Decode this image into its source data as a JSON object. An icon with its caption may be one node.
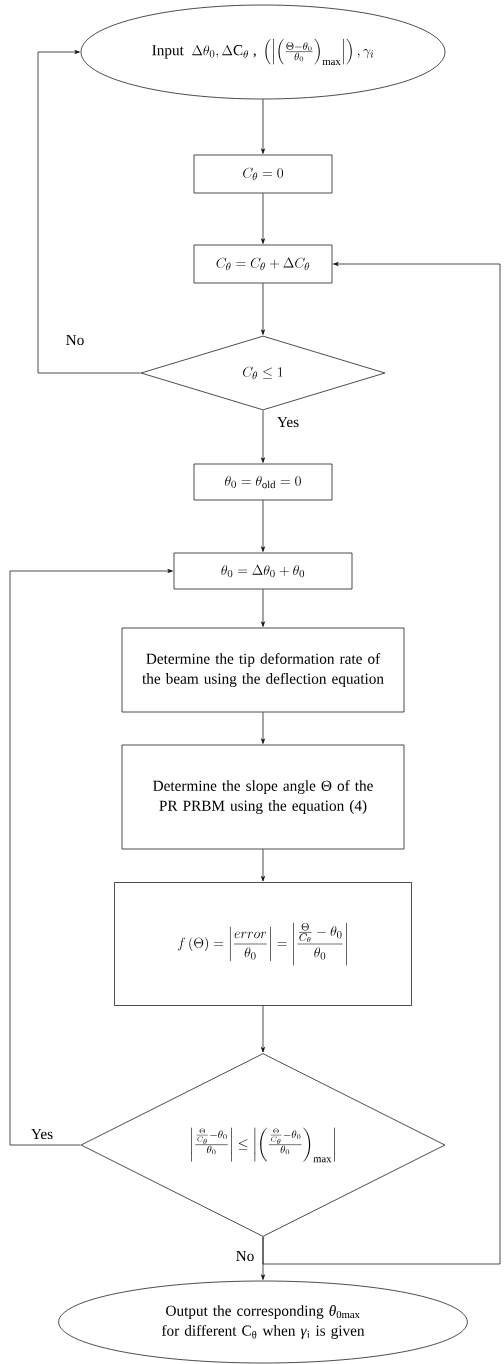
{
  "diagram": {
    "nodes": [
      {
        "text": [
          "\\text{Input }\\ \\Delta\\theta_0,\\Delta\\mathrm{C}_\\theta\\text{ , }\\left(\\left|\\left(\\frac{\\Theta-\\theta_0}{\\theta_0}\\right)_{\\mathrm{max}}\\right|\\right),\\gamma_i"
        ]
      },
      {
        "text": [
          "C_\\theta=0"
        ]
      },
      {
        "text": [
          "C_\\theta=C_\\theta+\\Delta C_\\theta"
        ]
      },
      {
        "text": [
          "C_\\theta\\le 1"
        ]
      },
      {
        "text": [
          "\\theta_0=\\theta_{\\mathrm{old}}=0"
        ]
      },
      {
        "text": [
          "\\theta_0=\\Delta\\theta_0+\\theta_0"
        ]
      },
      {
        "text": [
          "Determine the tip deformation rate of the beam using the deflection equation"
        ]
      },
      {
        "text": [
          "Determine the slope angle Θ of the PR PRBM using the equation (4)"
        ]
      },
      {
        "text": [
          "f\\left(\\Theta\\right)=\\left|\\frac{error}{\\theta_0}\\right|=\\left|\\frac{\\frac{\\Theta}{C_\\theta}-\\theta_0}{\\theta_0}\\right|"
        ]
      },
      {
        "text": [
          "\\left|\\frac{\\frac{\\Theta}{C_\\theta}-\\theta_0}{\\theta_0}\\right|\\le\\left|\\left(\\frac{\\frac{\\Theta}{C_\\theta}-\\theta_0}{\\theta_0}\\right)_{\\mathrm{max}}\\right|"
        ]
      },
      {
        "text": [
          "Output the corresponding *θ*$_{0max}$ for different C$_{θ}$ when *γ*$_{i}$ is given"
        ]
      }
    ],
    "edges": [
      {
        "from": 0,
        "to": 1,
        "arrow": "to"
      },
      {
        "from": 1,
        "to": 2,
        "arrow": "to"
      },
      {
        "from": 2,
        "to": 3,
        "arrow": "to"
      },
      {
        "from": 3,
        "to": 4,
        "arrow": "to",
        "label": "Yes"
      },
      {
        "from": 3,
        "to": 0,
        "arrow": "to",
        "label": "No"
      },
      {
        "from": 4,
        "to": 5,
        "arrow": "to"
      },
      {
        "from": 5,
        "to": 6,
        "arrow": "to"
      },
      {
        "from": 6,
        "to": 7,
        "arrow": "to"
      },
      {
        "from": 7,
        "to": 8,
        "arrow": "to"
      },
      {
        "from": 8,
        "to": 9,
        "arrow": "to"
      },
      {
        "from": 9,
        "to": 5,
        "arrow": "to",
        "label": "Yes"
      },
      {
        "from": 9,
        "to": 10,
        "arrow": "to",
        "label": "No"
      },
      {
        "from": 9,
        "to": 2,
        "arrow": "to"
      }
    ]
  }
}
